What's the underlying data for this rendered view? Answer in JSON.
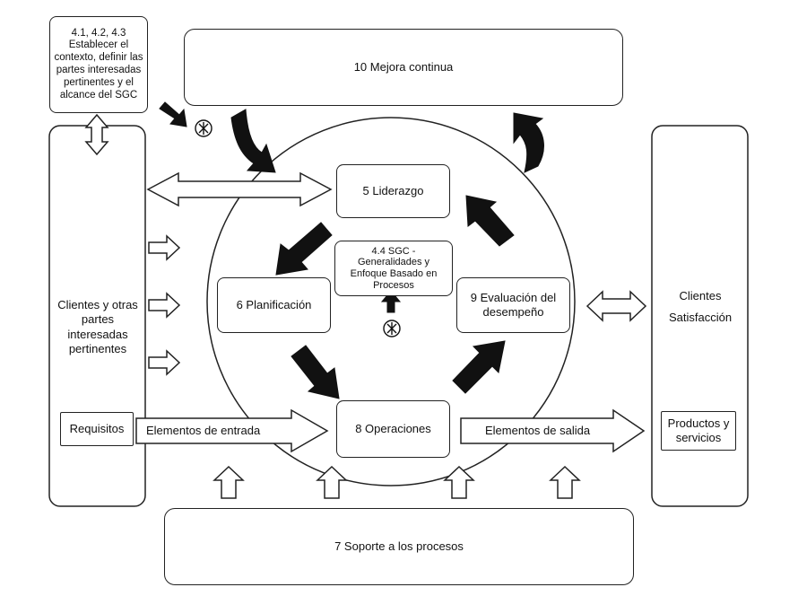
{
  "context_box": "4.1, 4.2, 4.3\nEstablecer el contexto, definir las partes interesadas pertinentes y el alcance del SGC",
  "mejora": "10 Mejora continua",
  "liderazgo": "5 Liderazgo",
  "sgc": "4.4 SGC - Generalidades y Enfoque Basado en Procesos",
  "planificacion": "6 Planificación",
  "evaluacion": "9 Evaluación del desempeño",
  "operaciones": "8 Operaciones",
  "soporte": "7 Soporte a los procesos",
  "clientes_left": "Clientes y otras partes interesadas pertinentes",
  "requisitos": "Requisitos",
  "elementos_entrada": "Elementos de entrada",
  "elementos_salida": "Elementos de salida",
  "clientes_right": "Clientes",
  "satisfaccion": "Satisfacción",
  "productos": "Productos y servicios"
}
